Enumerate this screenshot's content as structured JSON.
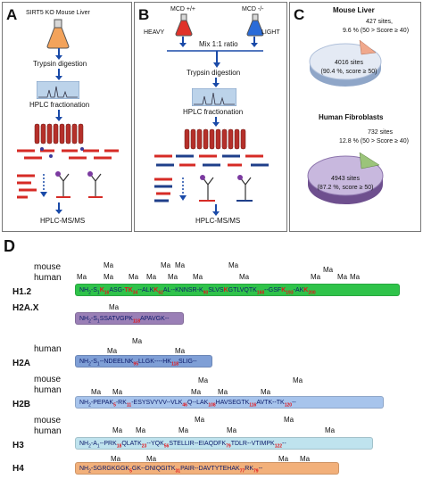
{
  "panels": {
    "A": {
      "letter": "A",
      "title": "SIRT5 KO Mouse Liver",
      "step1": "Trypsin digestion",
      "step2": "HPLC fractionation",
      "step3": "HPLC-MS/MS"
    },
    "B": {
      "letter": "B",
      "label_left_top": "MCD +/+",
      "label_left": "HEAVY",
      "label_right_top": "MCD -/-",
      "label_right": "LIGHT",
      "mix": "Mix 1:1 ratio",
      "step1": "Trypsin digestion",
      "step2": "HPLC fractionation",
      "step3": "HPLC-MS/MS"
    },
    "C": {
      "letter": "C",
      "mouse_title": "Mouse Liver",
      "mouse_small_sites": "427 sites,",
      "mouse_small_pct": "9.6 % (50 > Score ≥ 40)",
      "mouse_big_sites": "4016 sites",
      "mouse_big_pct": "(90.4 %, score ≥ 50)",
      "human_title": "Human Fibroblasts",
      "human_small_sites": "732 sites",
      "human_small_pct": "12.8 % (50 > Score ≥ 40)",
      "human_big_sites": "4943 sites",
      "human_big_pct": "(87.2 %, score ≥ 50)"
    },
    "D": {
      "letter": "D",
      "mouse": "mouse",
      "human": "human",
      "ma": "Ma",
      "histones": {
        "h12": {
          "name": "H1.2",
          "color": "#2fc34a",
          "seq": [
            [
              "n",
              "NH"
            ],
            [
              "n",
              "2"
            ],
            [
              "n",
              "-S"
            ],
            [
              "n",
              "1"
            ],
            [
              "r",
              "K"
            ],
            [
              "r",
              "16"
            ],
            [
              "n",
              "ASG-"
            ],
            [
              "r",
              "T"
            ],
            [
              "r",
              "K"
            ],
            [
              "r",
              "34"
            ],
            [
              "n",
              "--ALK"
            ],
            [
              "r",
              "K"
            ],
            [
              "r",
              "62"
            ],
            [
              "n",
              "AL--K"
            ],
            [
              "n",
              "NNSR-K"
            ],
            [
              "r",
              "90"
            ],
            [
              "n",
              "SLVS"
            ],
            [
              "r",
              "K"
            ],
            [
              "n",
              "GTLVQTK"
            ],
            [
              "r",
              "168"
            ],
            [
              "n",
              "--GSF"
            ],
            [
              "r",
              "K"
            ],
            [
              "r",
              "193"
            ],
            [
              "n",
              "-AK"
            ],
            [
              "r",
              "K"
            ],
            [
              "r",
              "200"
            ]
          ]
        },
        "h2ax": {
          "name": "H2A.X",
          "color": "#9a7fb6",
          "seq": [
            [
              "n",
              "NH"
            ],
            [
              "n",
              "2"
            ],
            [
              "n",
              "-S"
            ],
            [
              "n",
              "1"
            ],
            [
              "n",
              "SSATVGPK"
            ],
            [
              "r",
              "118"
            ],
            [
              "n",
              "APAVGK--"
            ]
          ]
        },
        "h2a": {
          "name": "H2A",
          "color": "#7f9fd6",
          "seq": [
            [
              "n",
              "NH"
            ],
            [
              "n",
              "2"
            ],
            [
              "n",
              "-S"
            ],
            [
              "n",
              "1"
            ],
            [
              "n",
              "--NDEELNK"
            ],
            [
              "r",
              "95"
            ],
            [
              "n",
              "LLGK----HK"
            ],
            [
              "r",
              "118"
            ],
            [
              "n",
              "SLIG--"
            ]
          ]
        },
        "h2b": {
          "name": "H2B",
          "color": "#a7c4ec",
          "seq": [
            [
              "n",
              "NH"
            ],
            [
              "n",
              "2"
            ],
            [
              "n",
              "-PEPAK"
            ],
            [
              "r",
              "5"
            ],
            [
              "n",
              "-RK"
            ],
            [
              "r",
              "11"
            ],
            [
              "n",
              "-ESYSVYVV--VLK"
            ],
            [
              "r",
              "46"
            ],
            [
              "n",
              "Q--LAK"
            ],
            [
              "r",
              "108"
            ],
            [
              "n",
              "HAVSEGTK"
            ],
            [
              "r",
              "116"
            ],
            [
              "n",
              "AVTK--TK"
            ],
            [
              "r",
              "120"
            ],
            [
              "n",
              "--"
            ]
          ]
        },
        "h3": {
          "name": "H3",
          "color": "#bfe3ee",
          "seq": [
            [
              "n",
              "NH"
            ],
            [
              "n",
              "2"
            ],
            [
              "n",
              "-A"
            ],
            [
              "n",
              "1"
            ],
            [
              "n",
              "--PRK"
            ],
            [
              "r",
              "18"
            ],
            [
              "n",
              "QLATK"
            ],
            [
              "r",
              "23"
            ],
            [
              "n",
              "--YQK"
            ],
            [
              "r",
              "56"
            ],
            [
              "n",
              "STELLIR--EIAQDFK"
            ],
            [
              "r",
              "79"
            ],
            [
              "n",
              "TDLR--VTIMPK"
            ],
            [
              "r",
              "122"
            ],
            [
              "n",
              "--"
            ]
          ]
        },
        "h4": {
          "name": "H4",
          "color": "#f2b07a",
          "seq": [
            [
              "n",
              "NH"
            ],
            [
              "n",
              "2"
            ],
            [
              "n",
              "-SGRGKGGK"
            ],
            [
              "r",
              "5"
            ],
            [
              "n",
              "GK--DNIQGITK"
            ],
            [
              "r",
              "31"
            ],
            [
              "n",
              "PAIR--DAVTYTEHAK"
            ],
            [
              "r",
              "77"
            ],
            [
              "n",
              "RK"
            ],
            [
              "r",
              "79"
            ],
            [
              "n",
              "--"
            ]
          ]
        }
      }
    }
  }
}
